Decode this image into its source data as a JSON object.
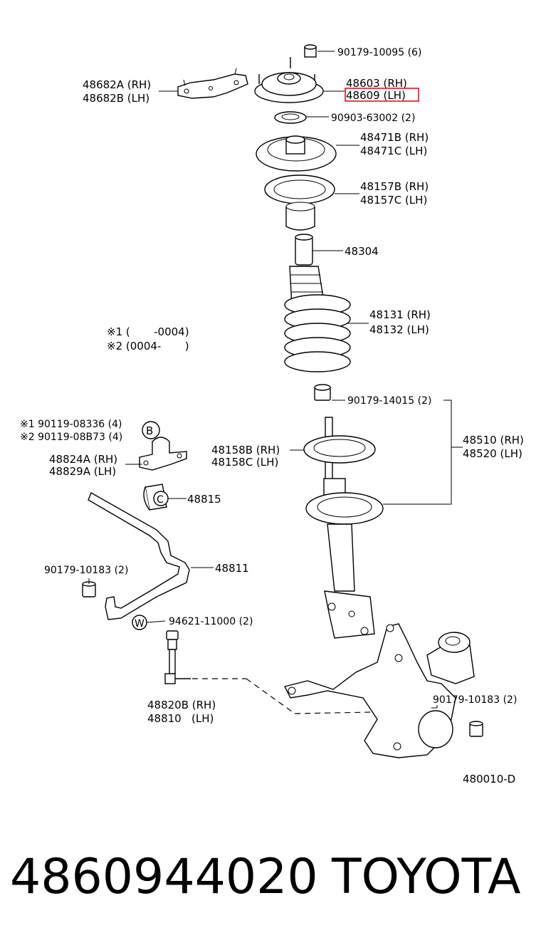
{
  "labels": {
    "nut_top": "90179-10095 (6)",
    "bracket_rh": "48682A (RH)",
    "bracket_lh": "48682B (LH)",
    "mount_rh": "48603 (RH)",
    "mount_lh": "48609 (LH)",
    "bearing": "90903-63002 (2)",
    "upper_seat_rh": "48471B (RH)",
    "upper_seat_lh": "48471C (LH)",
    "insulator_rh": "48157B (RH)",
    "insulator_lh": "48157C (LH)",
    "bumper": "48304",
    "spring_rh": "48131 (RH)",
    "spring_lh": "48132 (LH)",
    "note1": "※1 (       -0004)",
    "note2": "※2 (0004-       )",
    "nut_strut": "90179-14015 (2)",
    "bolt1": "※1 90119-08336 (4)",
    "bolt2": "※2 90119-08B73 (4)",
    "ref_b": "B",
    "stab_bracket_rh": "48824A (RH)",
    "stab_bracket_lh": "48829A (LH)",
    "lower_seat_rh": "48158B (RH)",
    "lower_seat_lh": "48158C (LH)",
    "strut_rh": "48510 (RH)",
    "strut_lh": "48520 (LH)",
    "bushing": "48815",
    "ref_c": "C",
    "stab_bar": "48811",
    "nut_stab": "90179-10183 (2)",
    "ref_w": "W",
    "washer": "94621-11000 (2)",
    "nut_knuckle": "90179-10183 (2)",
    "link_rh": "48820B (RH)",
    "link_lh": "48810   (LH)",
    "diagram_code": "480010-D"
  },
  "highlighted_part": "48609 (LH)",
  "highlight_color": "#e0102a",
  "footer": {
    "part_number": "4860944020",
    "brand": "TOYOTA"
  }
}
